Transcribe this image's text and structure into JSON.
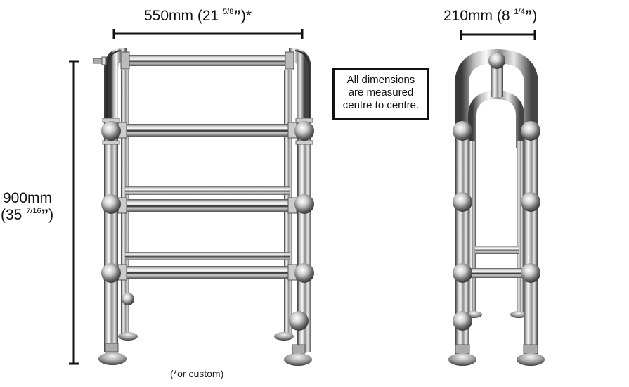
{
  "diagram": {
    "subject": "Chrome freestanding towel rail",
    "views": [
      "front-view",
      "side-view"
    ],
    "dimensions": {
      "width": {
        "value": "550mm",
        "open": "(21 ",
        "fraction": "5/8",
        "close": ")",
        "suffix": "*"
      },
      "depth": {
        "value": "210mm",
        "open": "(8 ",
        "fraction": "1/4",
        "close": ")"
      },
      "height": {
        "value": "900mm",
        "open": "(35 ",
        "fraction": "7/16",
        "close": ")"
      }
    },
    "note": {
      "lines": [
        "All dimensions",
        "are measured",
        "centre to centre."
      ]
    },
    "footnote": "(*or custom)",
    "colors": {
      "line": "#111111",
      "chrome_dark": "#3a3a3a",
      "chrome_mid": "#9a9a9a",
      "chrome_light": "#f2f2f2"
    }
  }
}
